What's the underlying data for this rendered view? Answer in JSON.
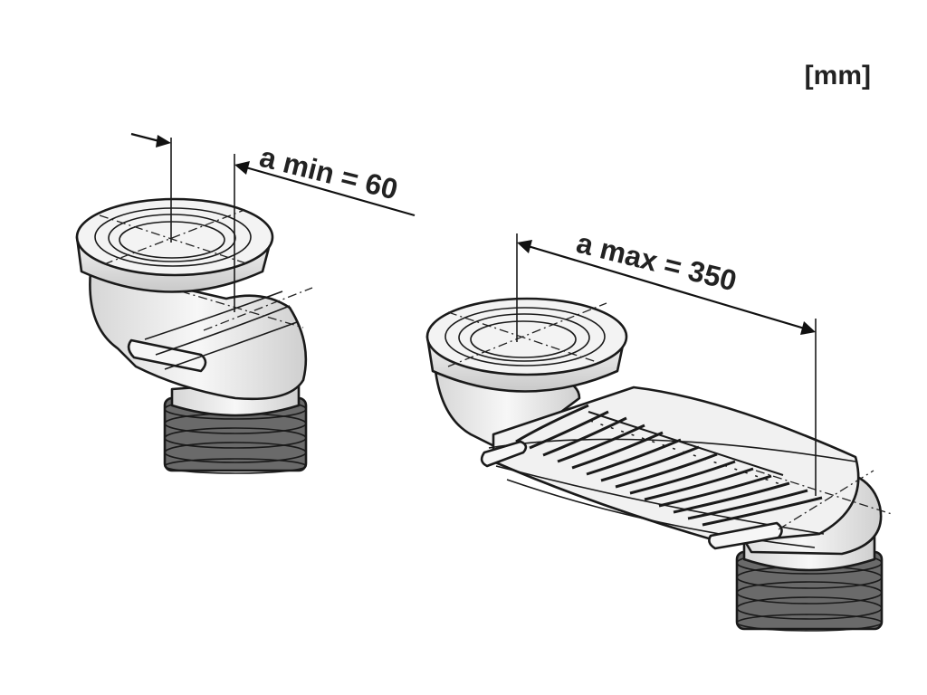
{
  "unit_label": "[mm]",
  "dim_min_label": "a min = 60",
  "dim_max_label": "a max = 350",
  "colors": {
    "background": "#ffffff",
    "line": "#1a1a1a",
    "shade": "#cfcfcf",
    "rubber": "#5e5e5e"
  }
}
